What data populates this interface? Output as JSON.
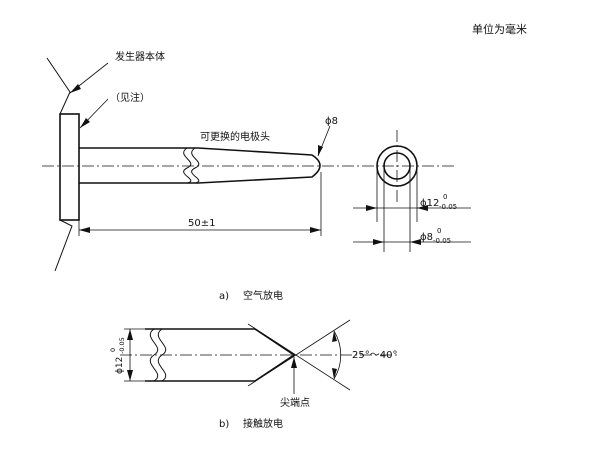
{
  "units_note": "单位为毫米",
  "fig_a": {
    "label_generator": "发生器本体",
    "label_note": "（见注）",
    "label_electrode": "可更换的电极头",
    "dim_tip_dia": "ϕ8",
    "dim_length": "50±1",
    "dim_dia_12": "ϕ12",
    "dim_dia_12_tol_upper": "0",
    "dim_dia_12_tol_lower": "-0.05",
    "dim_dia_8": "ϕ8",
    "dim_dia_8_tol_upper": "0",
    "dim_dia_8_tol_lower": "-0.05",
    "caption_letter": "a)",
    "caption_text": "空气放电"
  },
  "fig_b": {
    "dim_dia_12": "ϕ12",
    "dim_dia_12_tol_upper": "0",
    "dim_dia_12_tol_lower": "-0.05",
    "angle": "25°～40°",
    "label_tip": "尖端点",
    "caption_letter": "b)",
    "caption_text": "接触放电"
  }
}
